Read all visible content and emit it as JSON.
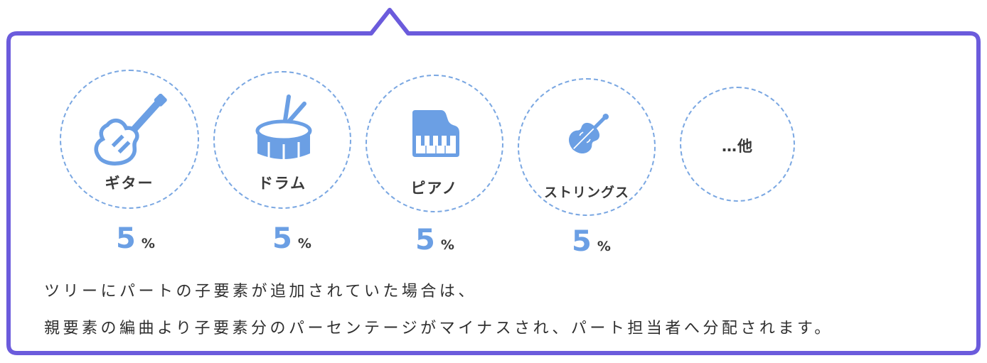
{
  "colors": {
    "frame": "#6b5bdc",
    "accent": "#6b9fe4",
    "dash": "#7aa7e2"
  },
  "instruments": [
    {
      "label": "ギター",
      "icon": "guitar-icon",
      "percent": "5",
      "unit": "%"
    },
    {
      "label": "ドラム",
      "icon": "drum-icon",
      "percent": "5",
      "unit": "%"
    },
    {
      "label": "ピアノ",
      "icon": "piano-icon",
      "percent": "5",
      "unit": "%"
    },
    {
      "label": "ストリングス",
      "icon": "violin-icon",
      "percent": "5",
      "unit": "%"
    }
  ],
  "other_label": "…他",
  "description": {
    "line1": "ツリーにパートの子要素が追加されていた場合は、",
    "line2": "親要素の編曲より子要素分のパーセンテージがマイナスされ、パート担当者へ分配されます。"
  }
}
